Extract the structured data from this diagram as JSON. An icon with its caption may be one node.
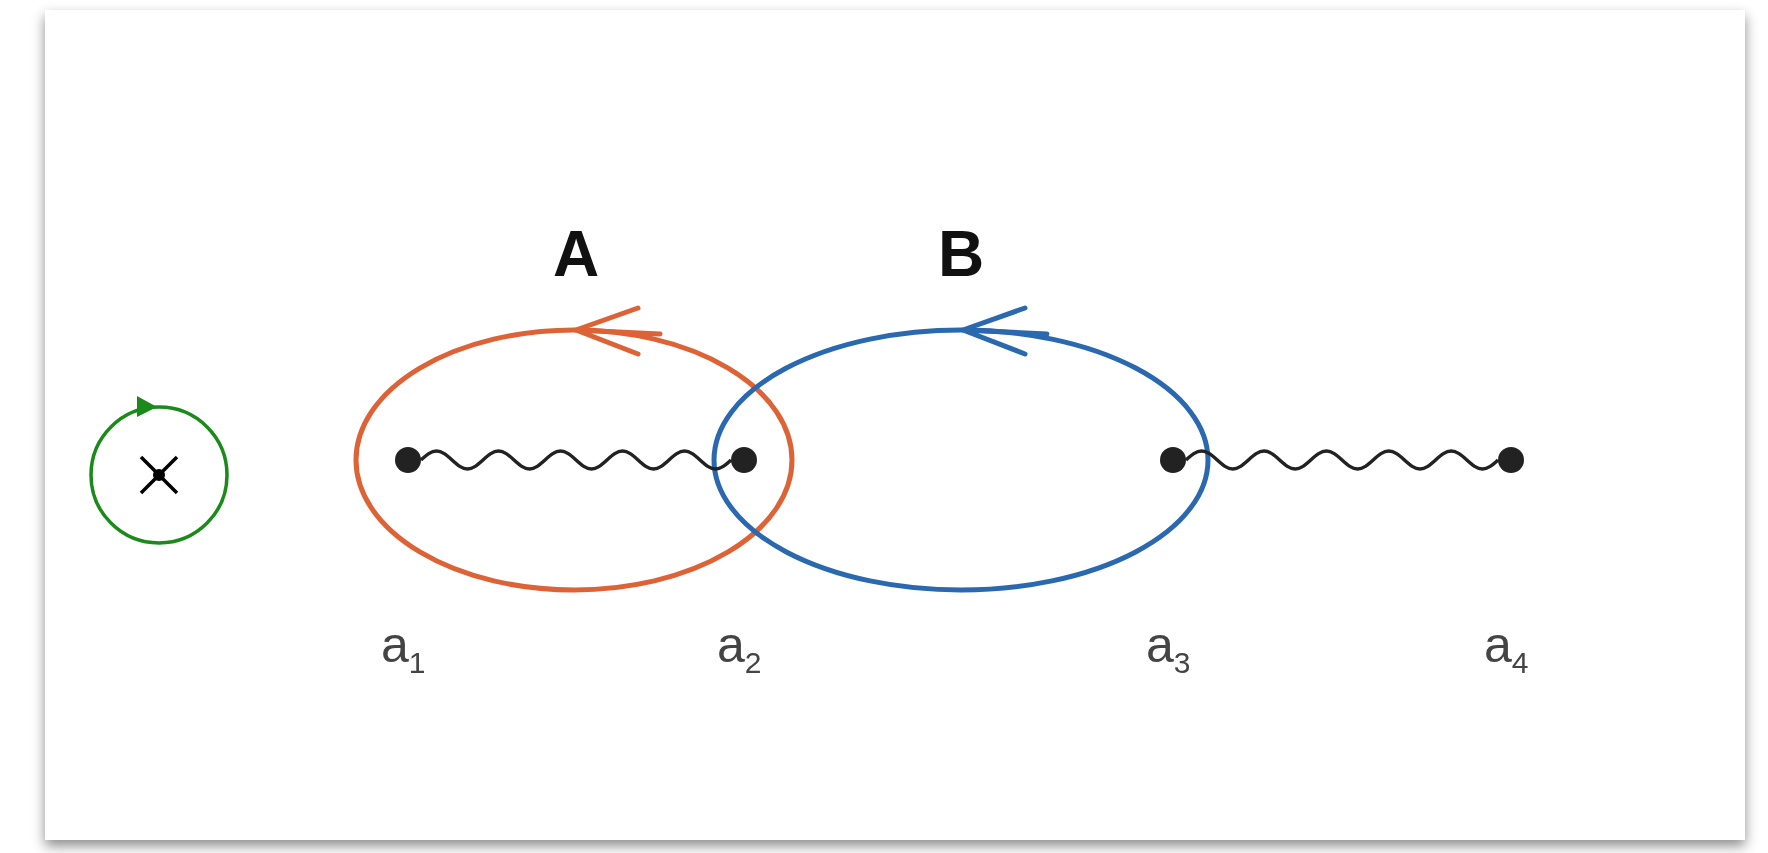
{
  "diagram": {
    "nodes": [
      {
        "text": [],
        "shape": "circle"
      },
      {
        "text": [],
        "shape": "circle",
        "beside": [
          "a$_{1}$"
        ]
      },
      {
        "text": [],
        "shape": "circle",
        "beside": [
          "a$_{2}$"
        ]
      },
      {
        "text": [],
        "shape": "circle",
        "beside": [
          "a$_{3}$"
        ]
      },
      {
        "text": [],
        "shape": "circle",
        "beside": [
          "a$_{4}$"
        ]
      }
    ],
    "edges": [
      {
        "from": 1,
        "to": 2,
        "arrow": "none"
      },
      {
        "from": 3,
        "to": 4,
        "arrow": "none"
      }
    ],
    "labels": [
      "A",
      "B"
    ]
  }
}
